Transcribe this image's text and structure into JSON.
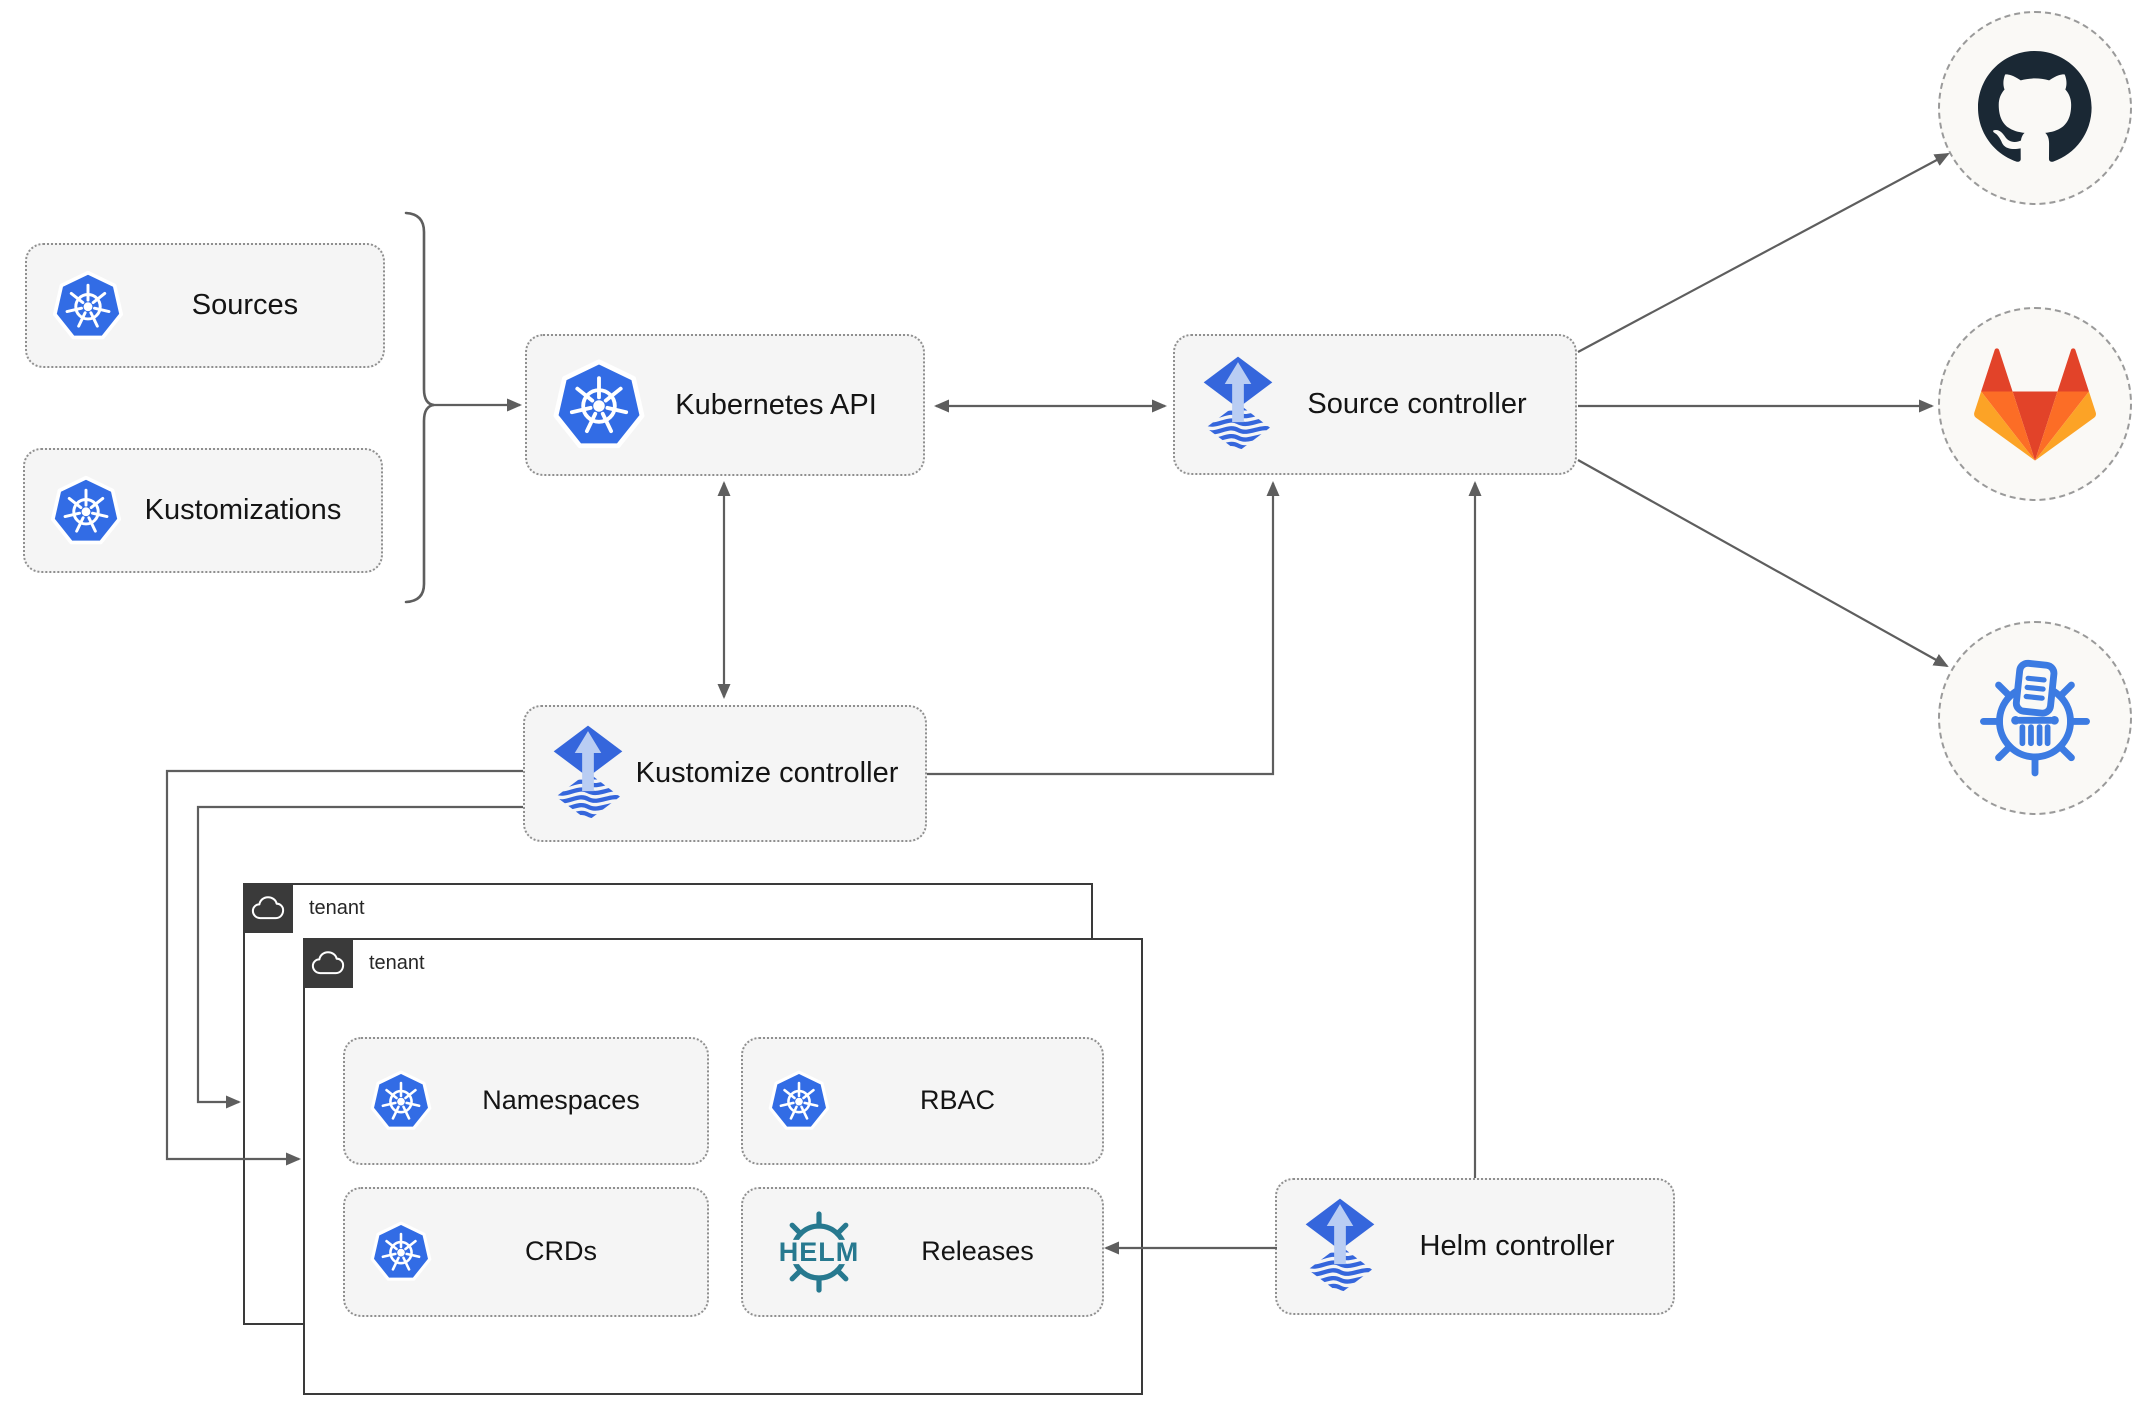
{
  "nodes": {
    "sources": {
      "label": "Sources"
    },
    "kustomizations": {
      "label": "Kustomizations"
    },
    "kubernetes_api": {
      "label": "Kubernetes API"
    },
    "source_controller": {
      "label": "Source controller"
    },
    "kustomize_controller": {
      "label": "Kustomize controller"
    },
    "helm_controller": {
      "label": "Helm controller"
    },
    "namespaces": {
      "label": "Namespaces"
    },
    "rbac": {
      "label": "RBAC"
    },
    "crds": {
      "label": "CRDs"
    },
    "releases": {
      "label": "Releases"
    }
  },
  "tenants": {
    "back": {
      "label": "tenant"
    },
    "front": {
      "label": "tenant"
    }
  },
  "helm_logo_text": "HELM",
  "icons": {
    "kubernetes": "kubernetes-wheel-icon",
    "flux": "flux-arrow-diamond-icon",
    "helm": "helm-wheel-icon",
    "github": "github-octocat-icon",
    "gitlab": "gitlab-tanuki-icon",
    "chartmuseum": "chartmuseum-wheel-icon",
    "cloud": "cloud-icon"
  },
  "colors": {
    "kubernetes_blue": "#326CE5",
    "flux_blue": "#3566DC",
    "flux_light_blue": "#B9CDF3",
    "helm_teal": "#27798F",
    "chartmuseum_blue": "#3C7BE2",
    "github_dark": "#1A2834",
    "gitlab_orange": "#FC6D26",
    "gitlab_red": "#E24329",
    "gitlab_amber": "#FCA326",
    "node_fill": "#F5F5F5",
    "tenant_header": "#3A3A3A",
    "connector_gray": "#5E5E5E"
  }
}
